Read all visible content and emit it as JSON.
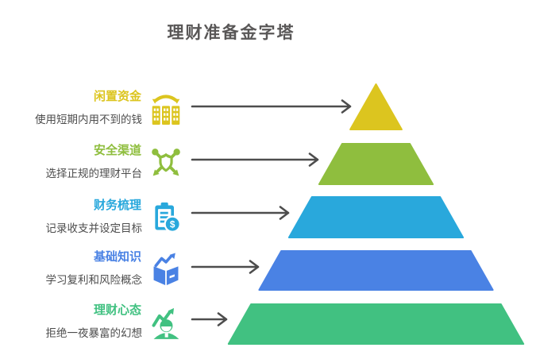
{
  "header": {
    "title": "理财准备金字塔"
  },
  "palette": {
    "background": "#ffffff",
    "heading_text": "#595757",
    "subtitle_text": "#4d4d4d",
    "arrow": "#4d4d4d"
  },
  "diagram": {
    "type": "pyramid",
    "level_count": 5,
    "levels": [
      {
        "rank": 1,
        "title": "闲置资金",
        "subtitle": "使用短期内用不到的钱",
        "color": "#dcc51f",
        "icon": "buildings-transfer-icon"
      },
      {
        "rank": 2,
        "title": "安全渠道",
        "subtitle": "选择正规的理财平台",
        "color": "#8fbe3e",
        "icon": "shield-network-icon"
      },
      {
        "rank": 3,
        "title": "财务梳理",
        "subtitle": "记录收支并设定目标",
        "color": "#29a8dc",
        "icon": "clipboard-dollar-icon"
      },
      {
        "rank": 4,
        "title": "基础知识",
        "subtitle": "学习复利和风险概念",
        "color": "#4a82e4",
        "icon": "book-growth-icon"
      },
      {
        "rank": 5,
        "title": "理财心态",
        "subtitle": "拒绝一夜暴富的幻想",
        "color": "#41c181",
        "icon": "person-growth-icon"
      }
    ]
  }
}
